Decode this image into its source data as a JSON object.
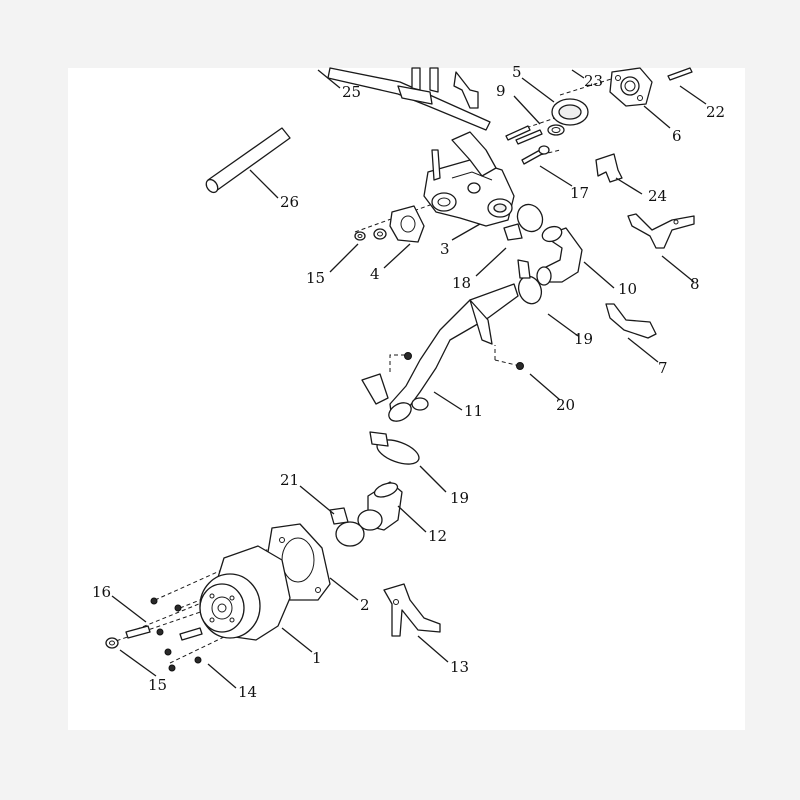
{
  "callouts": {
    "c1": "1",
    "c2": "2",
    "c3": "3",
    "c4": "4",
    "c5": "5",
    "c6": "6",
    "c7": "7",
    "c8": "8",
    "c9": "9",
    "c10": "10",
    "c11": "11",
    "c12": "12",
    "c13": "13",
    "c14": "14",
    "c15a": "15",
    "c15b": "15",
    "c16": "16",
    "c17": "17",
    "c18": "18",
    "c19a": "19",
    "c19b": "19",
    "c20": "20",
    "c21": "21",
    "c22": "22",
    "c23": "23",
    "c24": "24",
    "c25": "25",
    "c26": "26"
  }
}
